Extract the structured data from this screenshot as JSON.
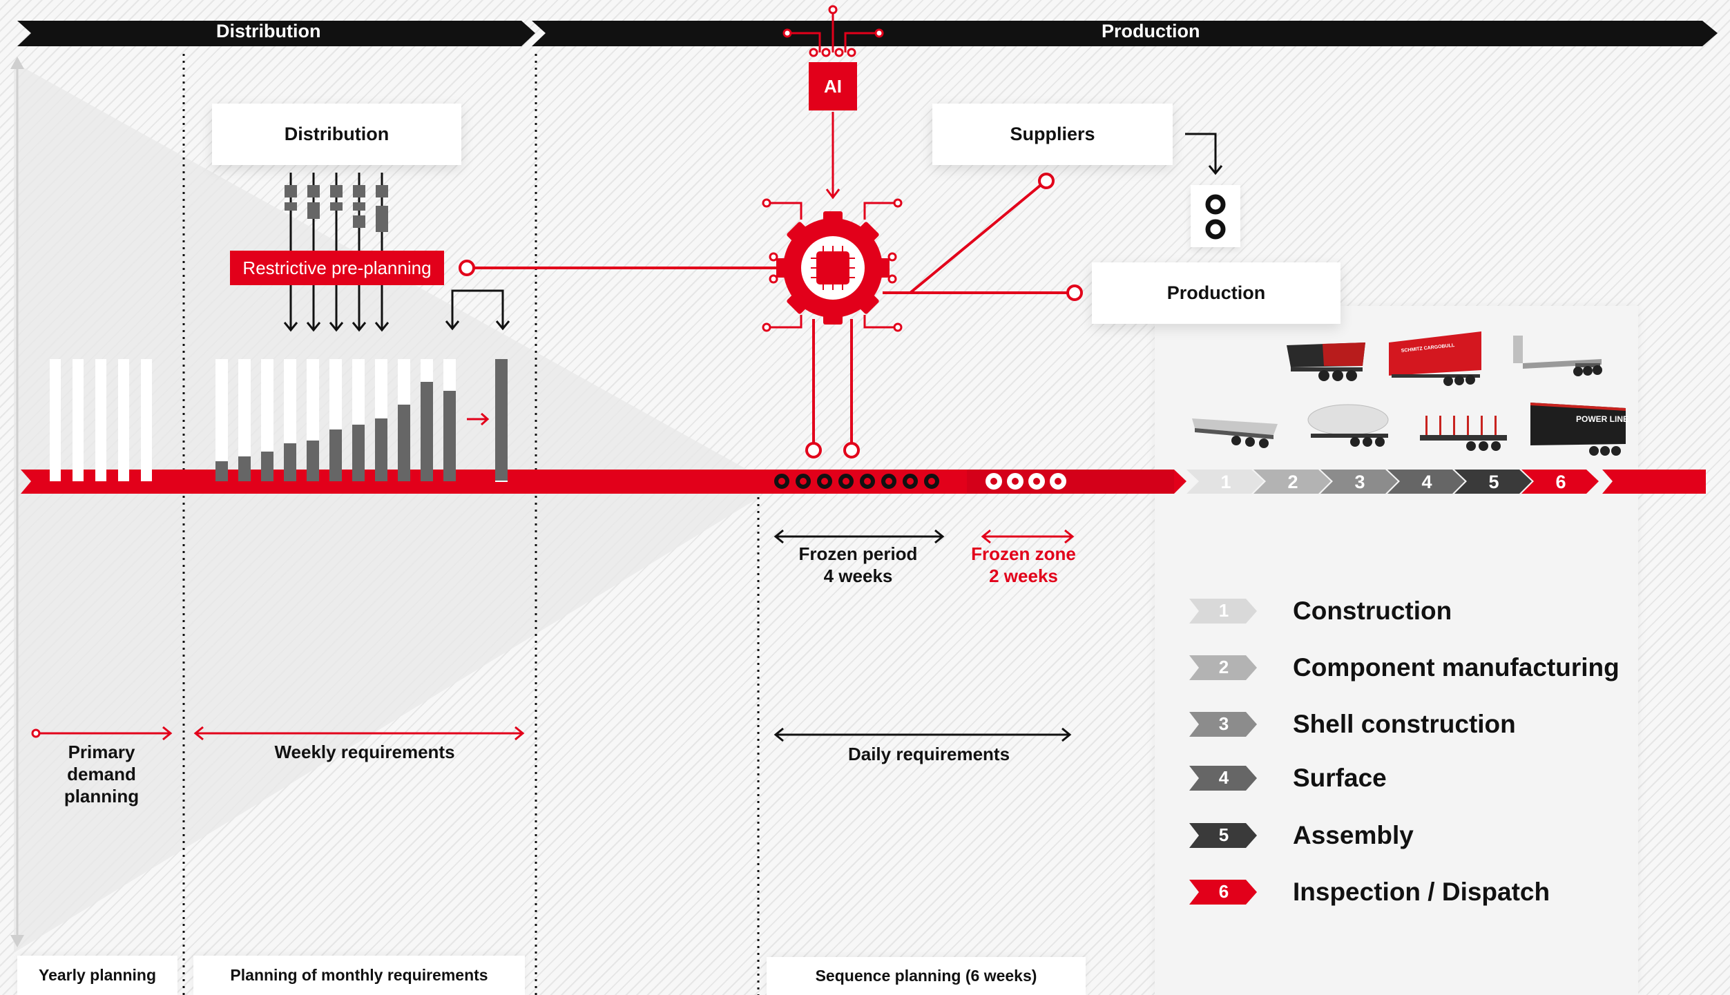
{
  "banners": {
    "distribution": "Distribution",
    "production": "Production"
  },
  "cards": {
    "distribution": "Distribution",
    "suppliers": "Suppliers",
    "production": "Production"
  },
  "ai_label": "AI",
  "restrictive_preplanning": "Restrictive pre-planning",
  "frozen_period": {
    "line1": "Frozen period",
    "line2": "4 weeks"
  },
  "frozen_zone": {
    "line1": "Frozen zone",
    "line2": "2 weeks"
  },
  "requirements": {
    "primary": [
      "Primary",
      "demand",
      "planning"
    ],
    "weekly": "Weekly requirements",
    "daily": "Daily requirements"
  },
  "bottom": {
    "yearly": "Yearly planning",
    "monthly": "Planning of monthly requirements",
    "sequence": "Sequence planning (6 weeks)"
  },
  "steps": [
    {
      "num": "1",
      "label": "Construction",
      "color": "#d9d9d9"
    },
    {
      "num": "2",
      "label": "Component manufacturing",
      "color": "#b3b3b3"
    },
    {
      "num": "3",
      "label": "Shell construction",
      "color": "#8c8c8c"
    },
    {
      "num": "4",
      "label": "Surface",
      "color": "#666666"
    },
    {
      "num": "5",
      "label": "Assembly",
      "color": "#3a3a3a"
    },
    {
      "num": "6",
      "label": "Inspection / Dispatch",
      "color": "#e2001a"
    }
  ],
  "product_logos": {
    "schmitz": "SCHMITZ CARGOBULL",
    "powerline": "POWER LINE"
  },
  "colors": {
    "accent": "#e2001a",
    "banner": "#111111",
    "bar_dark": "#666666",
    "bar_white": "#ffffff"
  }
}
